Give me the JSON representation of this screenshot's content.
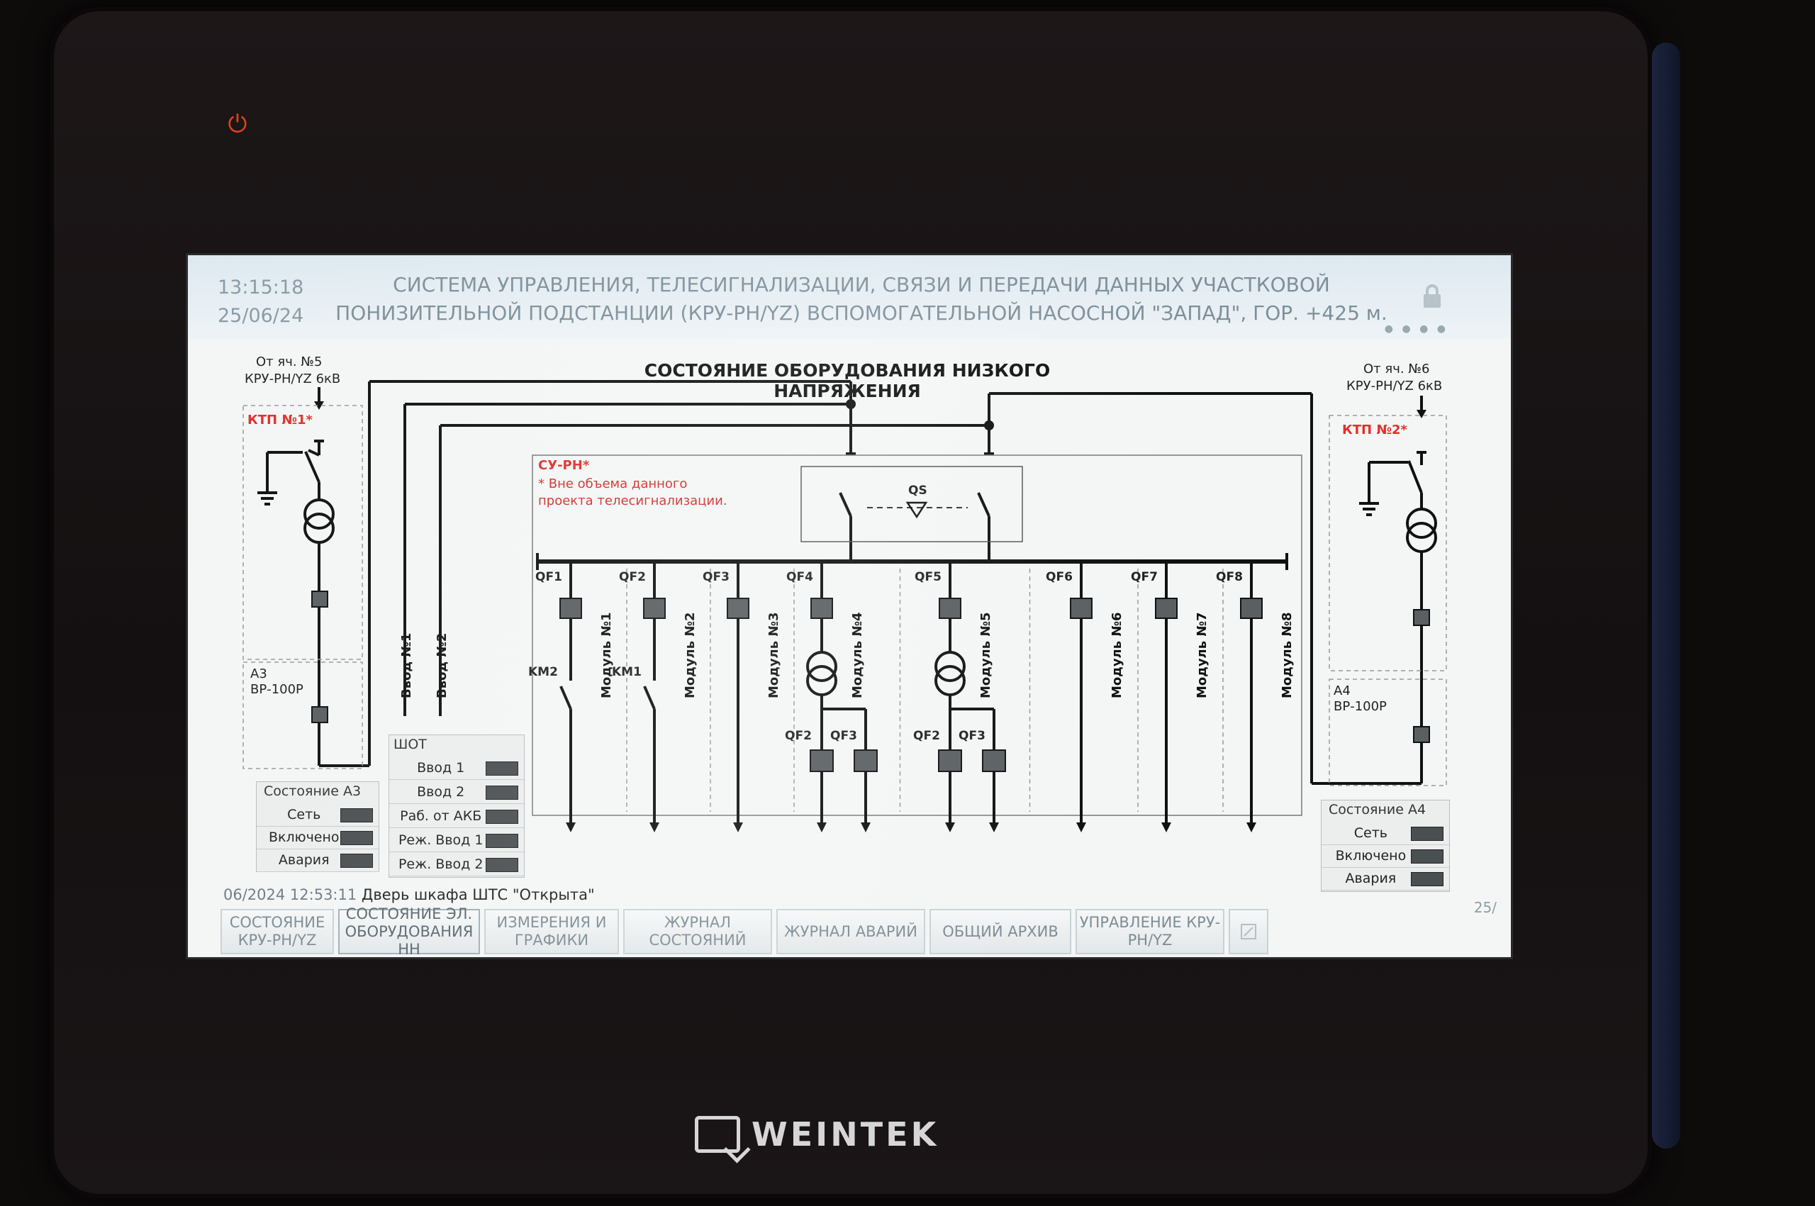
{
  "device": {
    "brand": "WEINTEK"
  },
  "header": {
    "time": "13:15:18",
    "date": "25/06/24",
    "title_line1": "СИСТЕМА УПРАВЛЕНИЯ, ТЕЛЕСИГНАЛИЗАЦИИ, СВЯЗИ И ПЕРЕДАЧИ ДАННЫХ УЧАСТКОВОЙ",
    "title_line2": "ПОНИЗИТЕЛЬНОЙ ПОДСТАНЦИИ (КРУ-РН/YZ) ВСПОМОГАТЕЛЬНОЙ НАСОСНОЙ \"ЗАПАД\", ГОР. +425 м.",
    "lock_icon": "lock-icon"
  },
  "diagram": {
    "section_title": "СОСТОЯНИЕ ОБОРУДОВАНИЯ НИЗКОГО НАПРЯЖЕНИЯ",
    "left_source": {
      "line1": "От яч. №5",
      "line2": "КРУ-РН/YZ 6кВ"
    },
    "right_source": {
      "line1": "От яч. №6",
      "line2": "КРУ-РН/YZ 6кВ"
    },
    "ktp1": "КТП №1*",
    "ktp2": "КТП №2*",
    "a3": {
      "name": "А3",
      "type": "ВР-100Р"
    },
    "a4": {
      "name": "А4",
      "type": "ВР-100Р"
    },
    "su_rn": "СУ-РН*",
    "note_line1": "* Вне объема данного",
    "note_line2": "проекта телесигнализации.",
    "qs": "QS",
    "vvod1": "Ввод №1",
    "vvod2": "Ввод №2",
    "feeders": [
      {
        "qf": "QF1",
        "km": "KM2",
        "module": "Модуль №1"
      },
      {
        "qf": "QF2",
        "km": "KM1",
        "module": "Модуль №2"
      },
      {
        "qf": "QF3",
        "module": "Модуль №3"
      },
      {
        "qf": "QF4",
        "module": "Модуль №4",
        "sub1": "QF2",
        "sub2": "QF3"
      },
      {
        "qf": "QF5",
        "module": "Модуль №5",
        "sub1": "QF2",
        "sub2": "QF3"
      },
      {
        "qf": "QF6",
        "module": "Модуль №6"
      },
      {
        "qf": "QF7",
        "module": "Модуль №7"
      },
      {
        "qf": "QF8",
        "module": "Модуль №8"
      }
    ]
  },
  "panels": {
    "a3_state": {
      "title": "Состояние А3",
      "rows": [
        "Сеть",
        "Включено",
        "Авария"
      ]
    },
    "shot": {
      "title": "ШОТ",
      "rows": [
        "Ввод 1",
        "Ввод 2",
        "Раб. от АКБ",
        "Реж. Ввод 1",
        "Реж. Ввод 2"
      ]
    },
    "a4_state": {
      "title": "Состояние А4",
      "rows": [
        "Сеть",
        "Включено",
        "Авария"
      ]
    }
  },
  "status": {
    "timestamp": "06/2024 12:53:11",
    "message": "Дверь шкафа ШТС \"Открыта\"",
    "page": "25/"
  },
  "nav": [
    "СОСТОЯНИЕ КРУ-РН/YZ",
    "СОСТОЯНИЕ ЭЛ. ОБОРУДОВАНИЯ НН",
    "ИЗМЕРЕНИЯ И ГРАФИКИ",
    "ЖУРНАЛ СОСТОЯНИЙ",
    "ЖУРНАЛ АВАРИЙ",
    "ОБЩИЙ АРХИВ",
    "УПРАВЛЕНИЕ КРУ-РН/YZ"
  ],
  "colors": {
    "ktp_label": "#e0302a",
    "indicator_off": "#4a4f52",
    "line": "#111111"
  }
}
